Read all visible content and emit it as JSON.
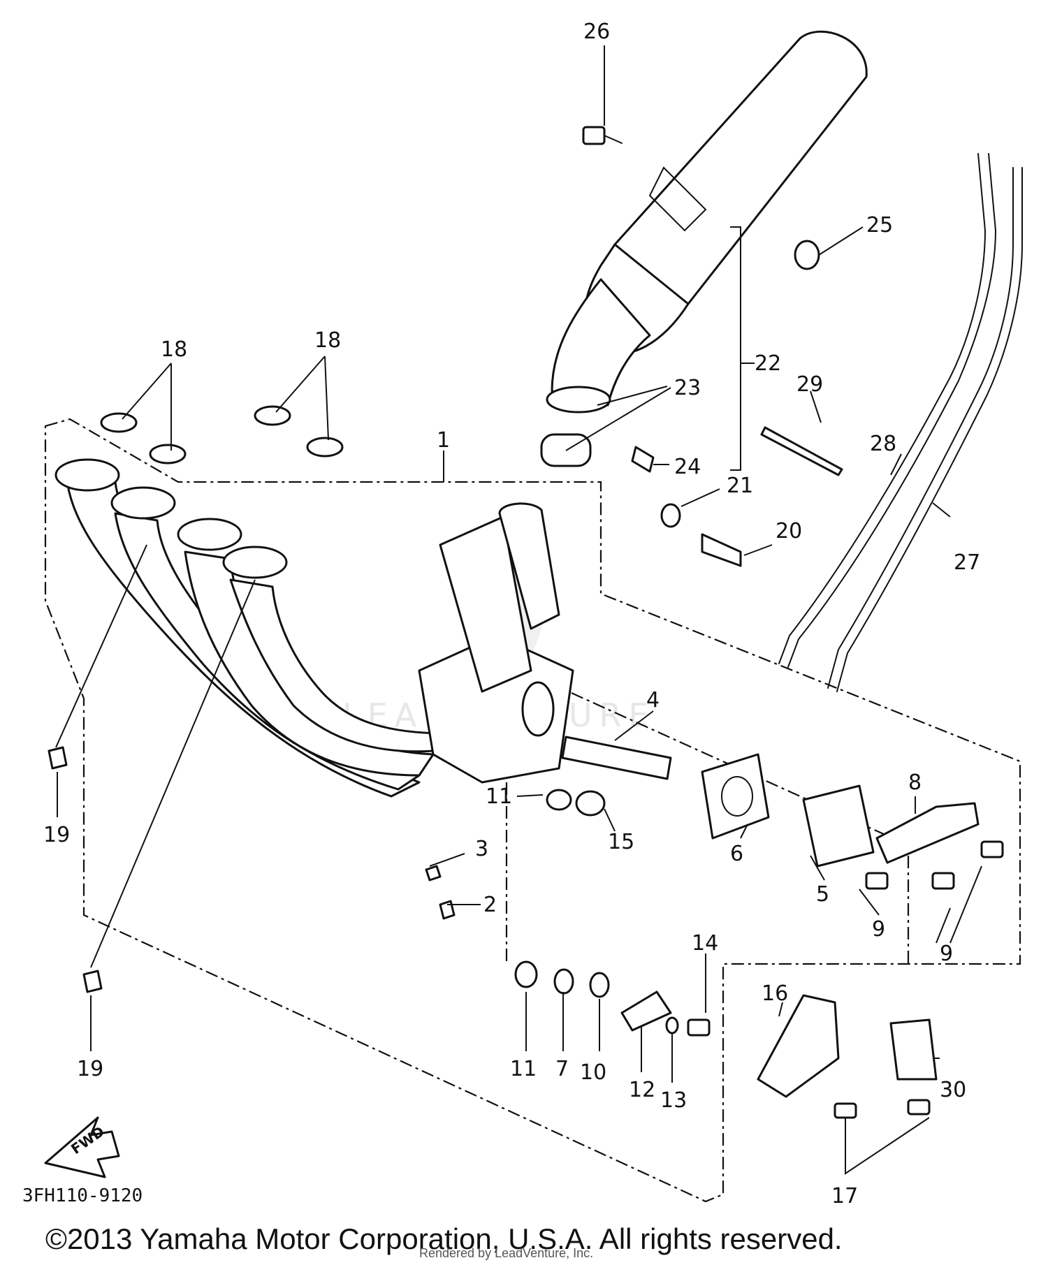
{
  "diagram": {
    "reference_code": "3FH110-9120",
    "copyright": "©2013 Yamaha Motor Corporation, U.S.A. All rights reserved.",
    "rendered_by": "Rendered by LeadVenture, Inc.",
    "watermark": "LEADVENTURE",
    "fwd_label": "FWD",
    "callouts": [
      {
        "id": "c1",
        "label": "1"
      },
      {
        "id": "c2",
        "label": "2"
      },
      {
        "id": "c3",
        "label": "3"
      },
      {
        "id": "c4",
        "label": "4"
      },
      {
        "id": "c5",
        "label": "5"
      },
      {
        "id": "c6",
        "label": "6"
      },
      {
        "id": "c7",
        "label": "7"
      },
      {
        "id": "c8",
        "label": "8"
      },
      {
        "id": "c9a",
        "label": "9"
      },
      {
        "id": "c9b",
        "label": "9"
      },
      {
        "id": "c10",
        "label": "10"
      },
      {
        "id": "c11a",
        "label": "11"
      },
      {
        "id": "c11b",
        "label": "11"
      },
      {
        "id": "c12",
        "label": "12"
      },
      {
        "id": "c13",
        "label": "13"
      },
      {
        "id": "c14",
        "label": "14"
      },
      {
        "id": "c15",
        "label": "15"
      },
      {
        "id": "c16",
        "label": "16"
      },
      {
        "id": "c17",
        "label": "17"
      },
      {
        "id": "c18a",
        "label": "18"
      },
      {
        "id": "c18b",
        "label": "18"
      },
      {
        "id": "c19a",
        "label": "19"
      },
      {
        "id": "c19b",
        "label": "19"
      },
      {
        "id": "c20",
        "label": "20"
      },
      {
        "id": "c21",
        "label": "21"
      },
      {
        "id": "c22",
        "label": "22"
      },
      {
        "id": "c23",
        "label": "23"
      },
      {
        "id": "c24",
        "label": "24"
      },
      {
        "id": "c25",
        "label": "25"
      },
      {
        "id": "c26",
        "label": "26"
      },
      {
        "id": "c27",
        "label": "27"
      },
      {
        "id": "c28",
        "label": "28"
      },
      {
        "id": "c29",
        "label": "29"
      },
      {
        "id": "c30",
        "label": "30"
      }
    ]
  }
}
